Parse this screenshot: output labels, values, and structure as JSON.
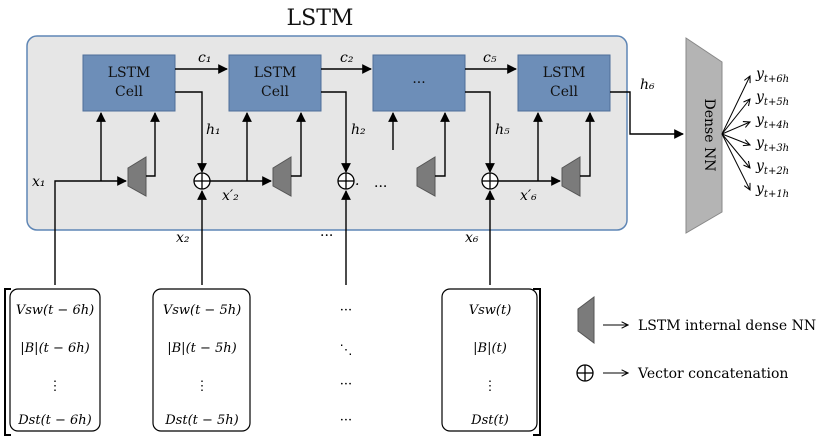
{
  "title": "LSTM",
  "cells": [
    {
      "line1": "LSTM",
      "line2": "Cell"
    },
    {
      "line1": "LSTM",
      "line2": "Cell"
    },
    {
      "line1": "···",
      "line2": ""
    },
    {
      "line1": "LSTM",
      "line2": "Cell"
    }
  ],
  "cell_states": [
    "c₁",
    "c₂",
    "c₅"
  ],
  "hidden_states": [
    "h₁",
    "h₂",
    "h₅"
  ],
  "hidden_out": "h₆",
  "inputs_left": "x₁",
  "inputs_bottom": [
    "x₂",
    "···",
    "x₆"
  ],
  "dense_inputs": [
    "x′₂",
    "···",
    "x′₆"
  ],
  "dense_nn_label": "Dense NN",
  "outputs": [
    "y t+6h",
    "y t+5h",
    "y t+4h",
    "y t+3h",
    "y t+2h",
    "y t+1h"
  ],
  "output_labels": [
    {
      "base": "y",
      "sub": "t+6h"
    },
    {
      "base": "y",
      "sub": "t+5h"
    },
    {
      "base": "y",
      "sub": "t+4h"
    },
    {
      "base": "y",
      "sub": "t+3h"
    },
    {
      "base": "y",
      "sub": "t+2h"
    },
    {
      "base": "y",
      "sub": "t+1h"
    }
  ],
  "input_vectors": [
    {
      "r1": "Vsw(t − 6h)",
      "r2": "|B|(t − 6h)",
      "r3": "⋮",
      "r4": "Dst(t − 6h)"
    },
    {
      "r1": "Vsw(t − 5h)",
      "r2": "|B|(t − 5h)",
      "r3": "⋮",
      "r4": "Dst(t − 5h)"
    },
    {
      "r1": "···",
      "r2": "⋱",
      "r3": "···",
      "r4": "···"
    },
    {
      "r1": "Vsw(t)",
      "r2": "|B|(t)",
      "r3": "⋮",
      "r4": "Dst(t)"
    }
  ],
  "legend": {
    "dense": "LSTM internal dense NN",
    "concat": "Vector concatenation"
  },
  "colors": {
    "cell_fill": "#6d8eb8",
    "panel_fill": "#e6e6e6",
    "panel_border": "#5f86b5",
    "trapezoid_fill": "#7b7b7b",
    "dense_nn_fill": "#b4b4b4"
  }
}
